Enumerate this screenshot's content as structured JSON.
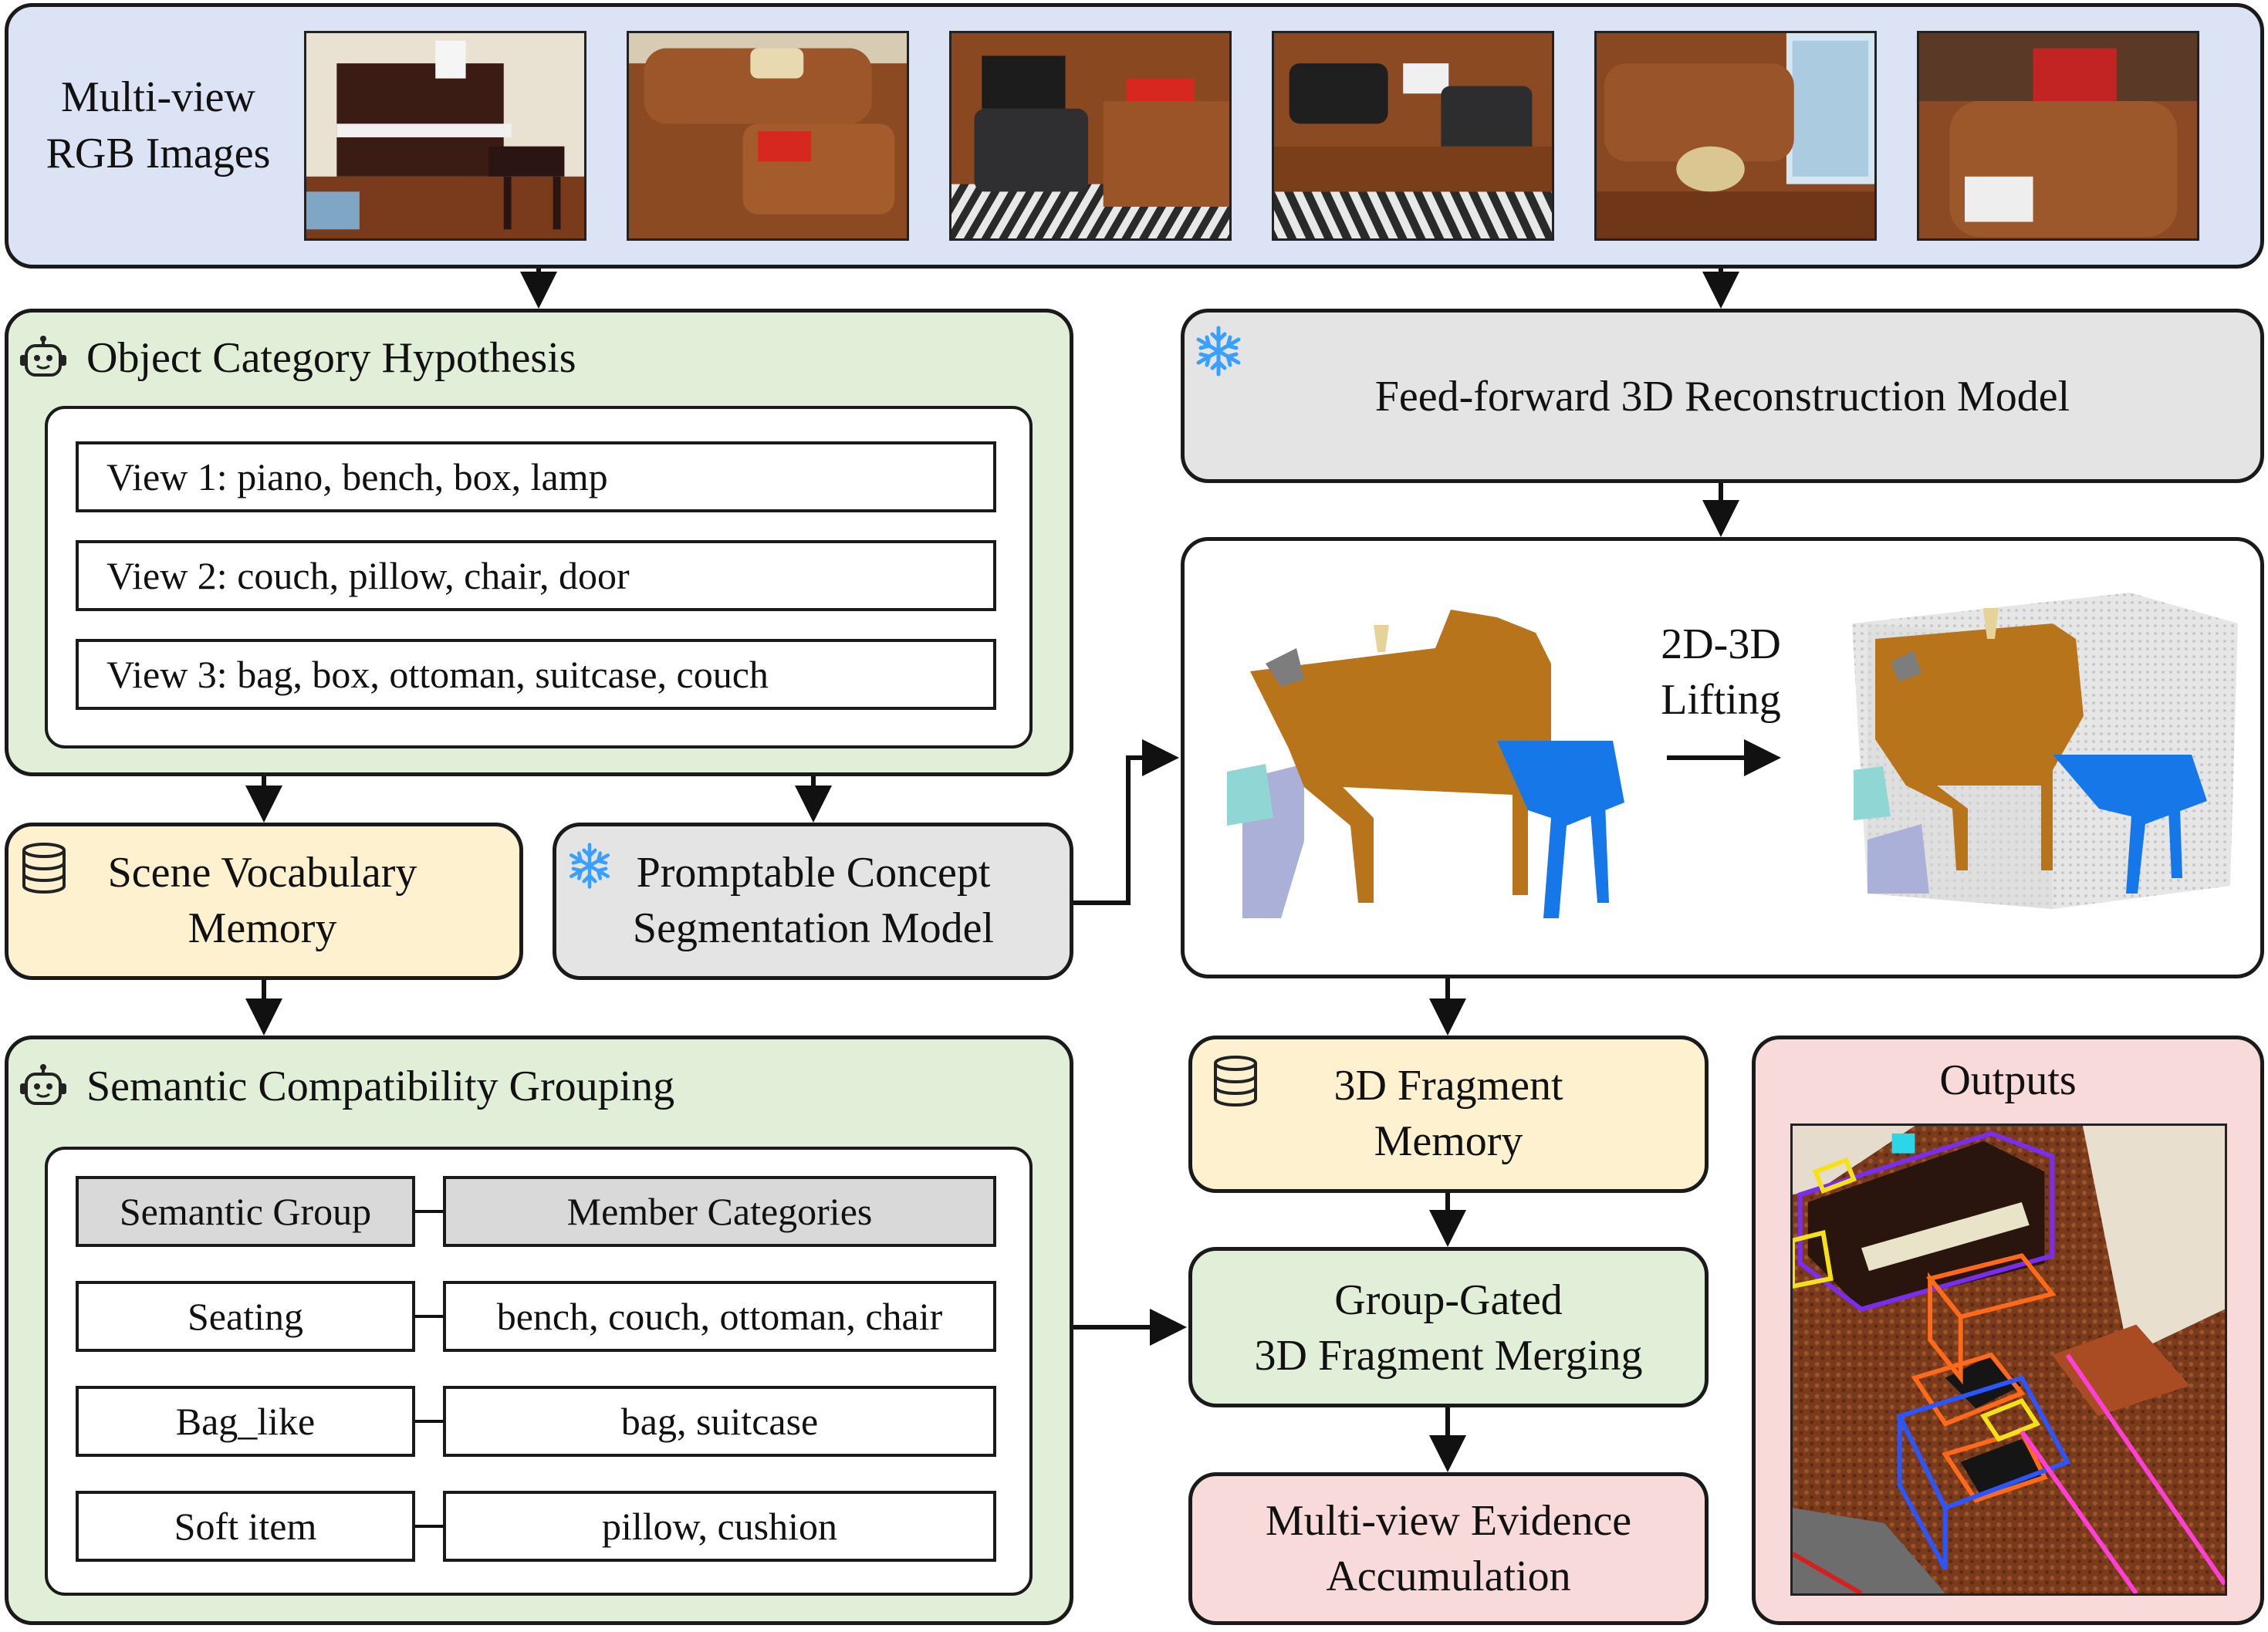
{
  "input": {
    "title": "Multi-view RGB Images"
  },
  "hypothesis": {
    "title": "Object Category Hypothesis",
    "views": [
      "View 1: piano, bench, box, lamp",
      "View 2: couch, pillow, chair, door",
      "View 3: bag, box, ottoman, suitcase, couch"
    ]
  },
  "recon": {
    "title": "Feed-forward 3D Reconstruction Model"
  },
  "lifting": {
    "label_line1": "2D-3D",
    "label_line2": "Lifting"
  },
  "vocab": {
    "line1": "Scene Vocabulary",
    "line2": "Memory"
  },
  "seg": {
    "line1": "Promptable Concept",
    "line2": "Segmentation Model"
  },
  "grouping": {
    "title": "Semantic Compatibility Grouping",
    "header": {
      "group": "Semantic Group",
      "members": "Member Categories"
    },
    "rows": [
      {
        "group": "Seating",
        "members": "bench, couch, ottoman, chair"
      },
      {
        "group": "Bag_like",
        "members": "bag, suitcase"
      },
      {
        "group": "Soft item",
        "members": "pillow, cushion"
      }
    ]
  },
  "fragment_memory": {
    "line1": "3D Fragment",
    "line2": "Memory"
  },
  "merging": {
    "line1": "Group-Gated",
    "line2": "3D Fragment Merging"
  },
  "accumulation": {
    "line1": "Multi-view Evidence",
    "line2": "Accumulation"
  },
  "outputs": {
    "title": "Outputs"
  },
  "colors": {
    "input_bg": "#dce3f4",
    "llm_bg": "#e1eed8",
    "memory_bg": "#fdf1d0",
    "frozen_bg": "#e4e4e4",
    "output_bg": "#f8dada",
    "frozen_icon": "#3aa0ff",
    "piano_seg": "#b8741b",
    "bench_seg": "#1677e8"
  },
  "icons": [
    "robot-icon",
    "database-icon",
    "snowflake-icon"
  ]
}
